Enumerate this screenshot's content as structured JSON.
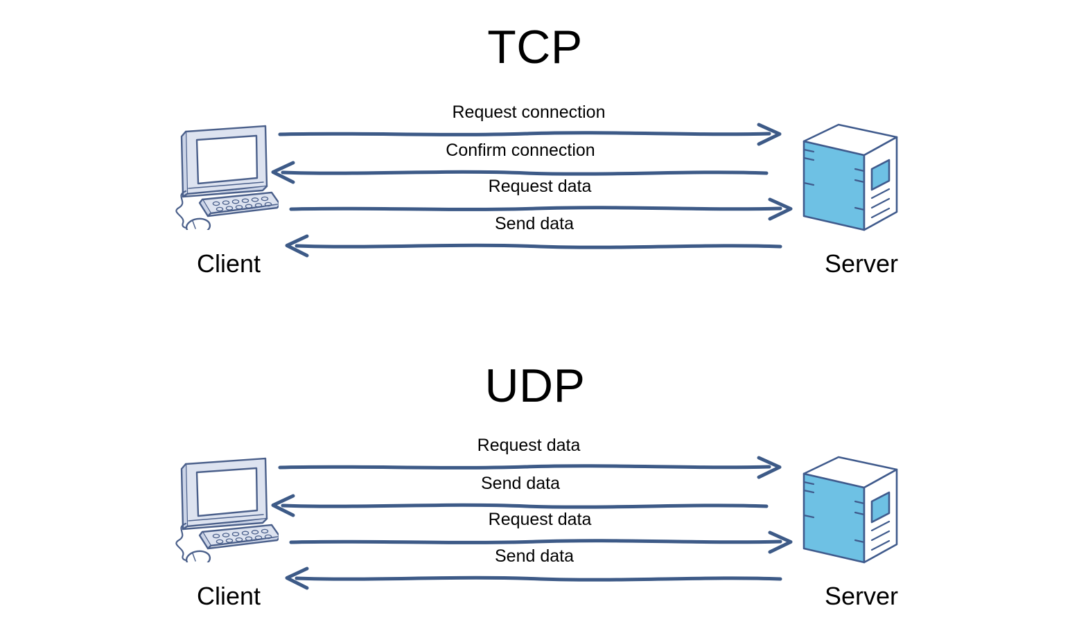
{
  "page": {
    "background": "#ffffff",
    "ink_color": "#3d5a87",
    "server_fill": "#6ec1e4",
    "client_fill": "#dde3f0",
    "outline_color": "#3d5a87",
    "text_color": "#000000"
  },
  "sections": [
    {
      "id": "tcp",
      "title": "TCP",
      "client": {
        "label": "Client",
        "icon": "desktop-computer-icon"
      },
      "server": {
        "label": "Server",
        "icon": "server-tower-icon"
      },
      "messages": [
        {
          "label": "Request connection",
          "direction": "right",
          "arrow_icon": "arrow-right-icon"
        },
        {
          "label": "Confirm connection",
          "direction": "left",
          "arrow_icon": "arrow-left-icon"
        },
        {
          "label": "Request data",
          "direction": "right",
          "arrow_icon": "arrow-right-icon"
        },
        {
          "label": "Send data",
          "direction": "left",
          "arrow_icon": "arrow-left-icon"
        }
      ]
    },
    {
      "id": "udp",
      "title": "UDP",
      "client": {
        "label": "Client",
        "icon": "desktop-computer-icon"
      },
      "server": {
        "label": "Server",
        "icon": "server-tower-icon"
      },
      "messages": [
        {
          "label": "Request data",
          "direction": "right",
          "arrow_icon": "arrow-right-icon"
        },
        {
          "label": "Send data",
          "direction": "left",
          "arrow_icon": "arrow-left-icon"
        },
        {
          "label": "Request data",
          "direction": "right",
          "arrow_icon": "arrow-right-icon"
        },
        {
          "label": "Send data",
          "direction": "left",
          "arrow_icon": "arrow-left-icon"
        }
      ]
    }
  ]
}
